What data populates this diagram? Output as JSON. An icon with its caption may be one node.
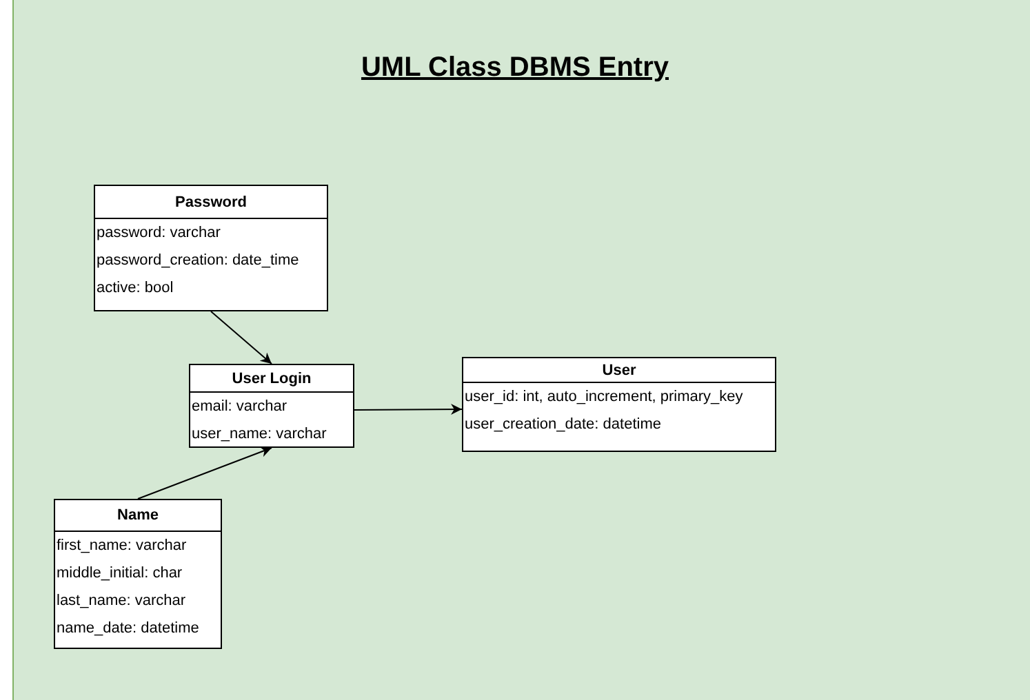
{
  "diagram": {
    "title": "UML Class DBMS Entry",
    "nodes": [
      {
        "text": [
          "Password",
          "password: varchar",
          "password_creation: date_time",
          "active: bool"
        ]
      },
      {
        "text": [
          "User Login",
          "email: varchar",
          "user_name: varchar"
        ]
      },
      {
        "text": [
          "User",
          "user_id: int, auto_increment, primary_key",
          "user_creation_date: datetime"
        ]
      },
      {
        "text": [
          "Name",
          "first_name: varchar",
          "middle_initial: char",
          "last_name: varchar",
          "name_date: datetime"
        ]
      }
    ],
    "edges": [
      {
        "from": 0,
        "to": 1,
        "arrow": "to"
      },
      {
        "from": 3,
        "to": 1,
        "arrow": "to"
      },
      {
        "from": 1,
        "to": 2,
        "arrow": "to"
      }
    ]
  }
}
